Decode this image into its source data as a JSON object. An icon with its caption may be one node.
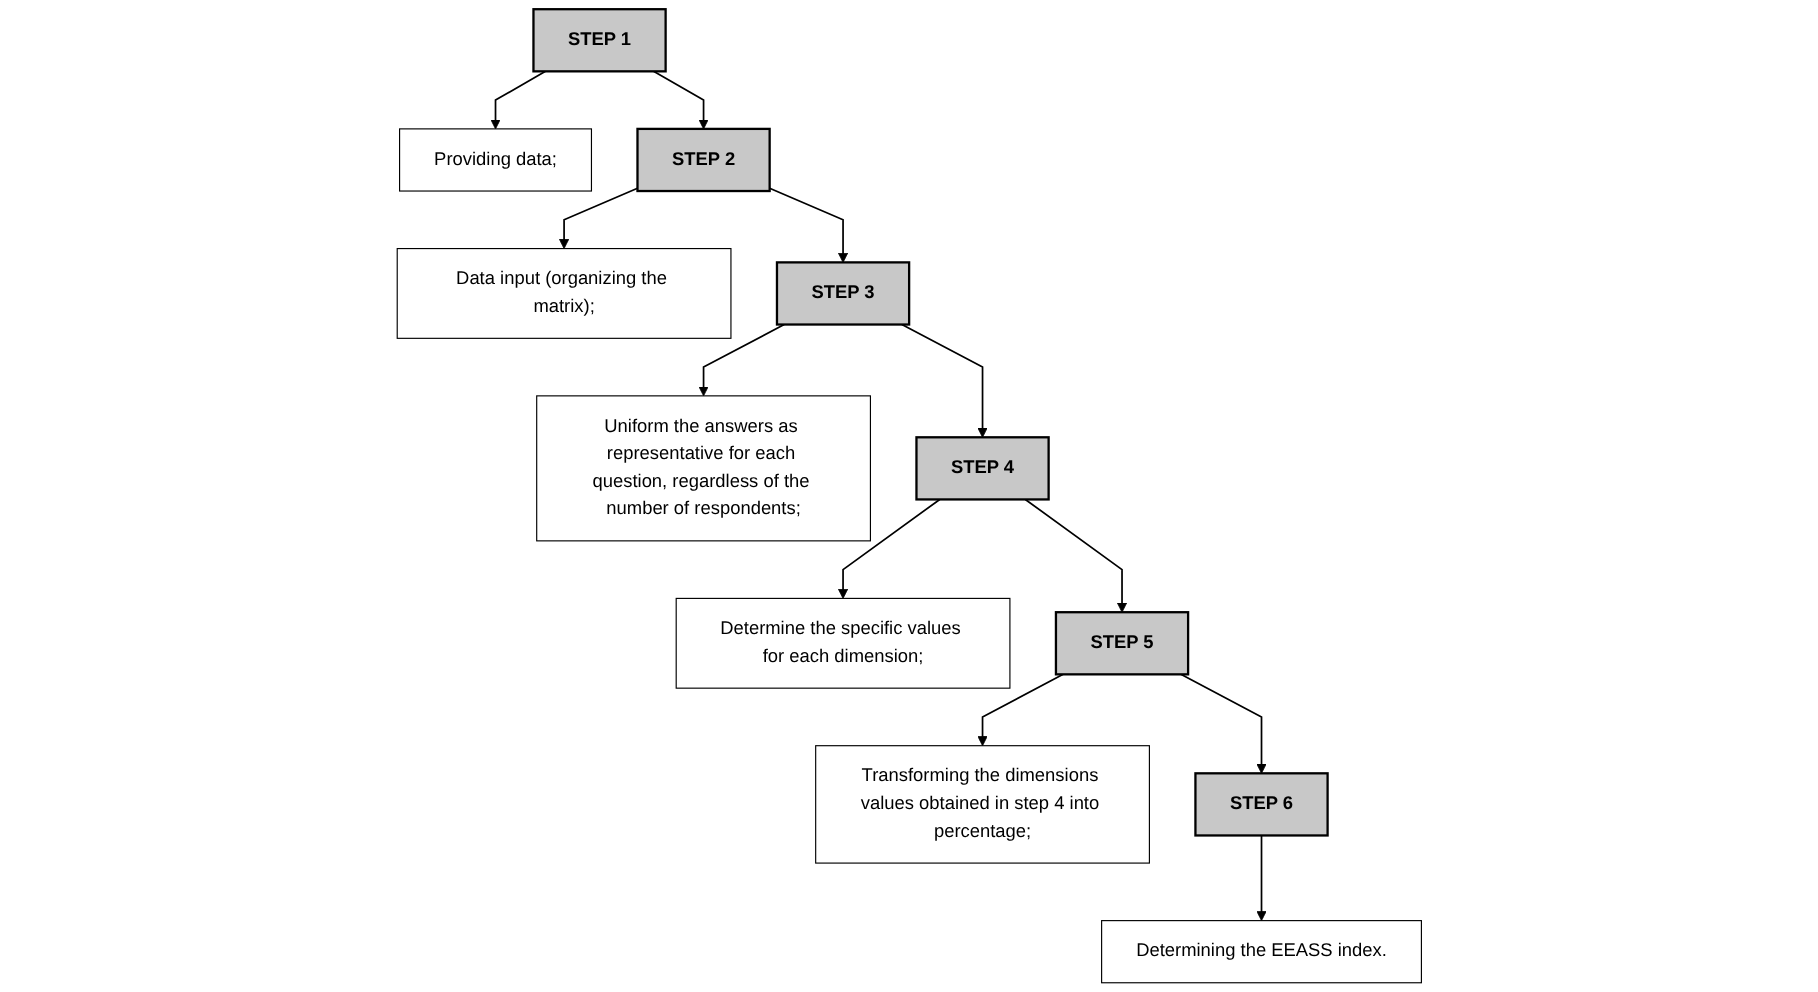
{
  "diagram": {
    "nodes": [
      {
        "text": [
          "STEP 1"
        ]
      },
      {
        "text": [
          "Providing data;"
        ]
      },
      {
        "text": [
          "STEP 2"
        ]
      },
      {
        "text": [
          "Data input (organizing the matrix);"
        ]
      },
      {
        "text": [
          "STEP 3"
        ]
      },
      {
        "text": [
          "Uniform the answers as representative for each question, regardless of the number of respondents;"
        ]
      },
      {
        "text": [
          "STEP 4"
        ]
      },
      {
        "text": [
          "Determine the specific values for each dimension;"
        ]
      },
      {
        "text": [
          "STEP 5"
        ]
      },
      {
        "text": [
          "Transforming the dimensions values obtained in step 4 into percentage;"
        ]
      },
      {
        "text": [
          "STEP 6"
        ]
      },
      {
        "text": [
          "Determining the EEASS index."
        ]
      }
    ],
    "edges": [
      {
        "from": 0,
        "to": 1,
        "arrow": "to"
      },
      {
        "from": 0,
        "to": 2,
        "arrow": "to"
      },
      {
        "from": 2,
        "to": 3,
        "arrow": "to"
      },
      {
        "from": 2,
        "to": 4,
        "arrow": "to"
      },
      {
        "from": 4,
        "to": 5,
        "arrow": "to"
      },
      {
        "from": 4,
        "to": 6,
        "arrow": "to"
      },
      {
        "from": 6,
        "to": 7,
        "arrow": "to"
      },
      {
        "from": 6,
        "to": 8,
        "arrow": "to"
      },
      {
        "from": 8,
        "to": 9,
        "arrow": "to"
      },
      {
        "from": 8,
        "to": 10,
        "arrow": "to"
      },
      {
        "from": 10,
        "to": 11,
        "arrow": "to"
      }
    ]
  }
}
